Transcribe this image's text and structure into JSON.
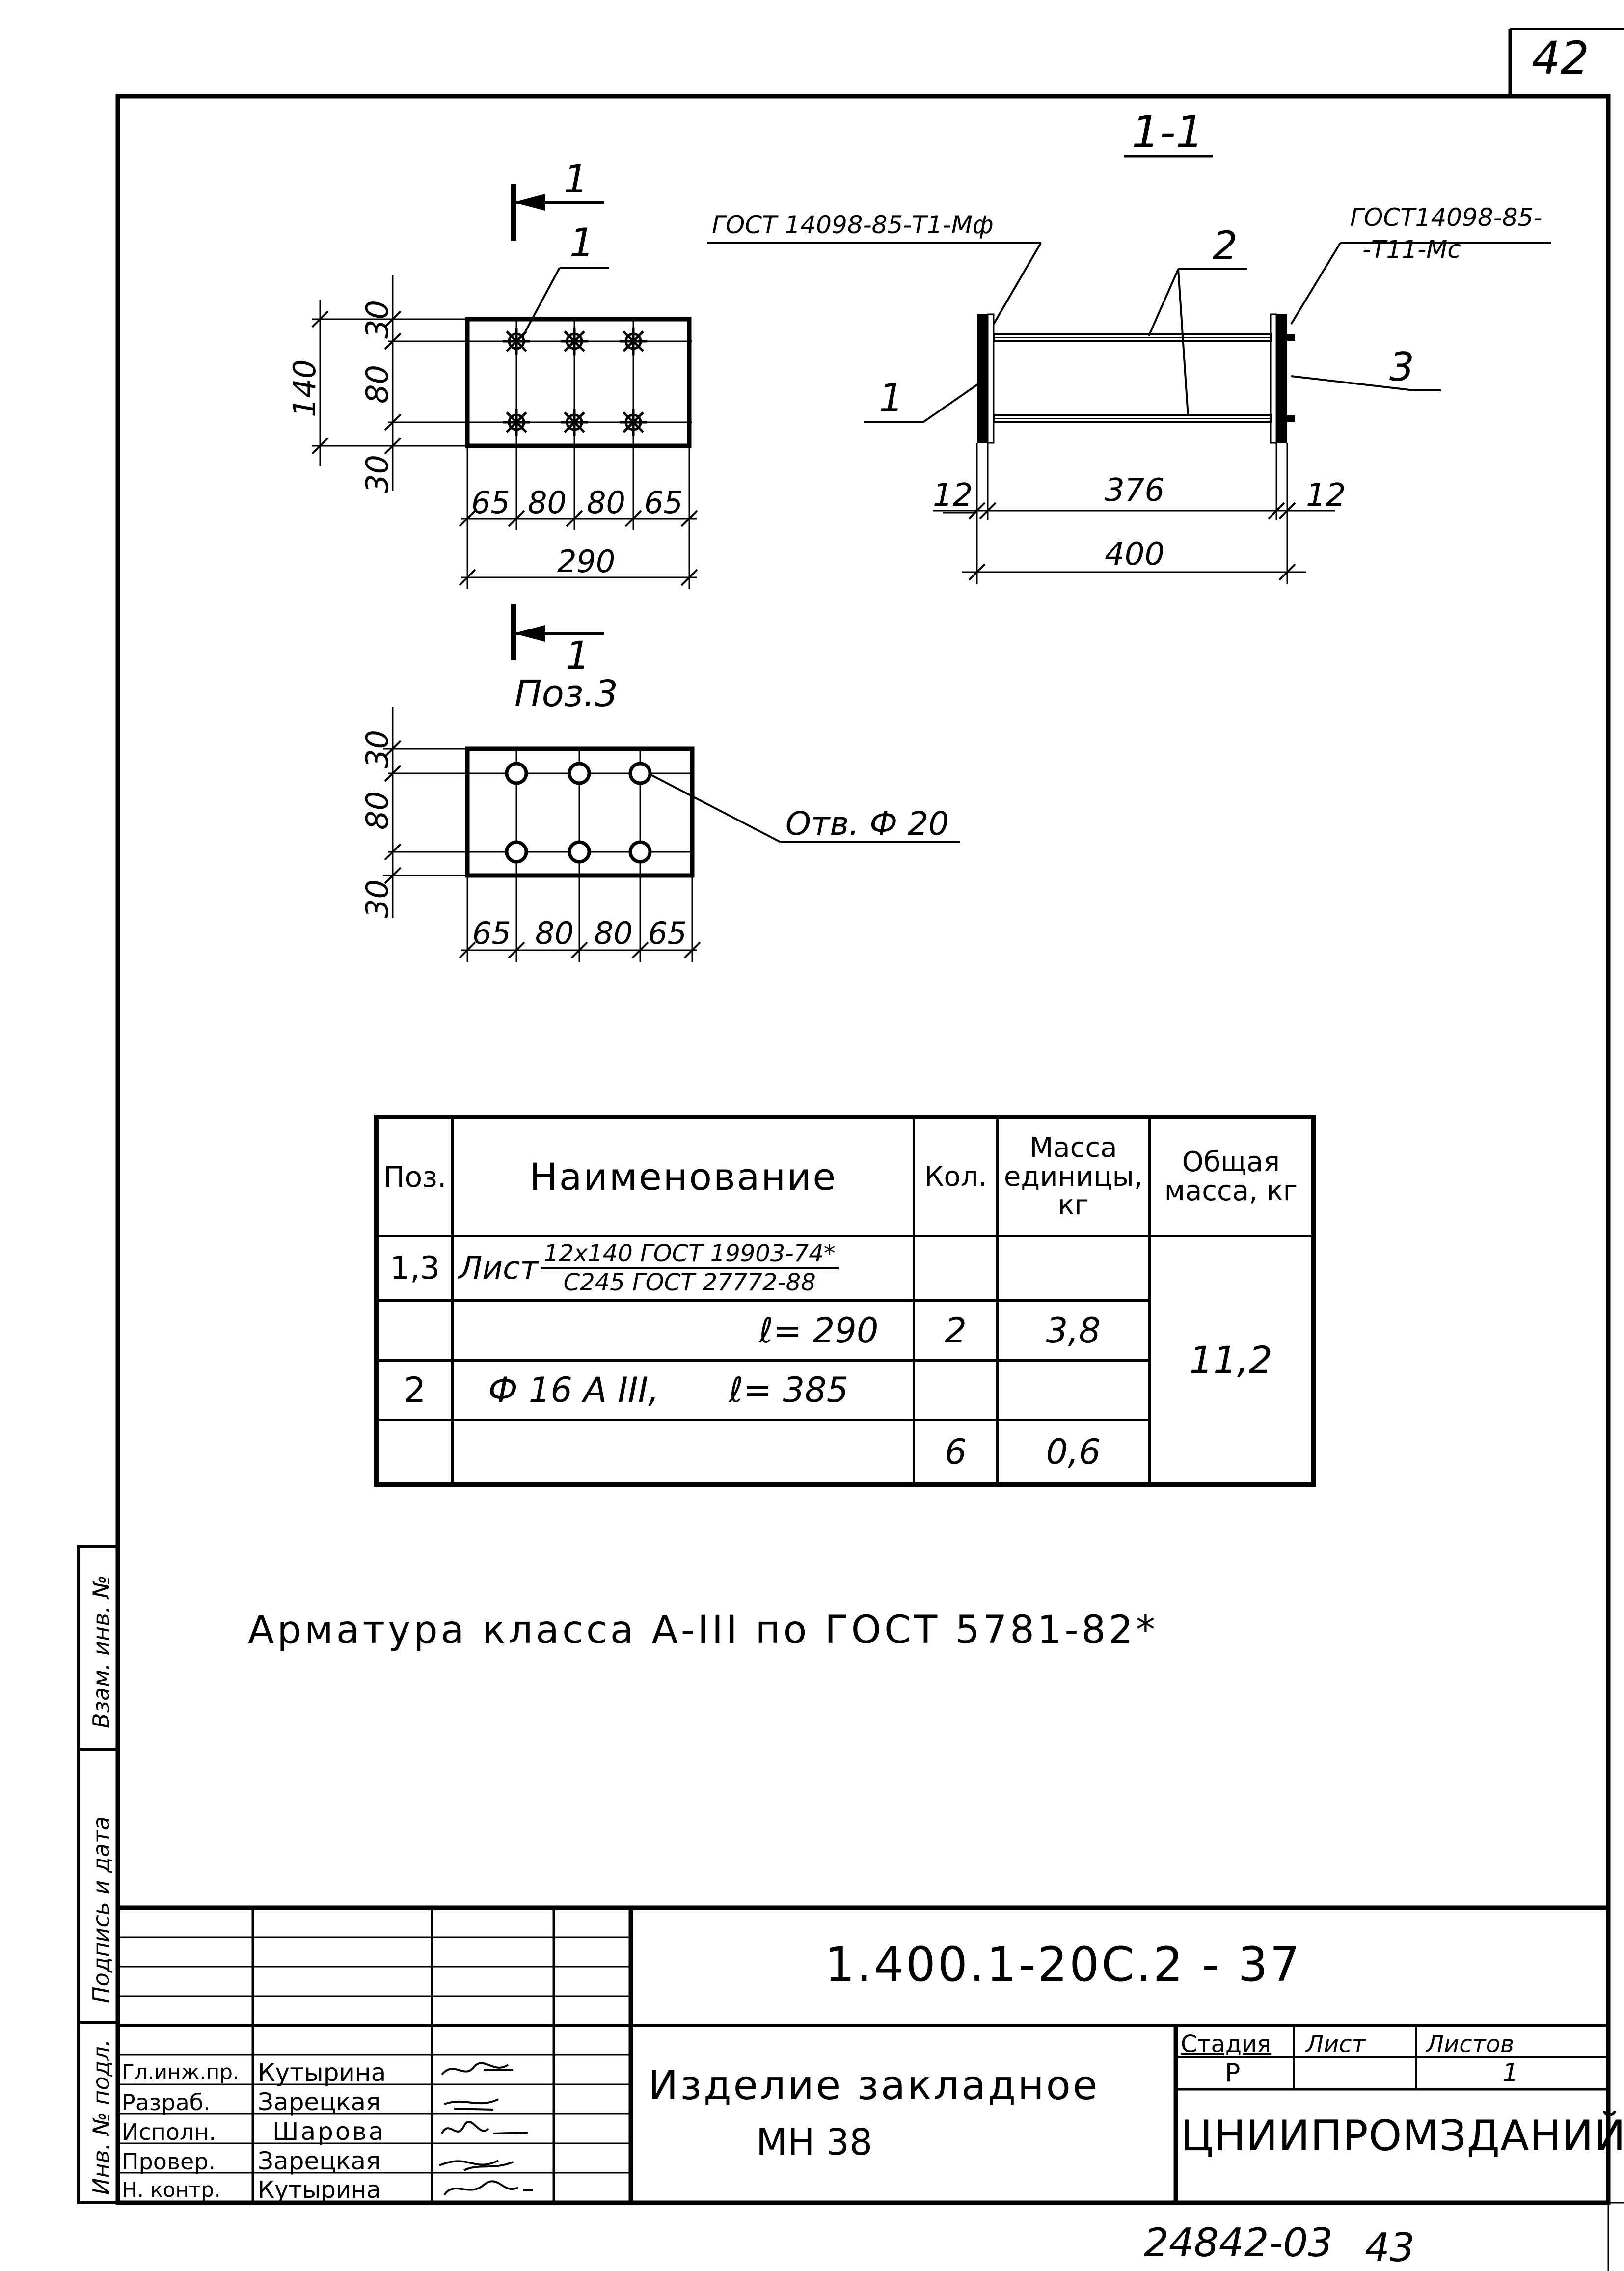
{
  "sheet": {
    "page_number": "42",
    "footer_code": "24842-03",
    "footer_number": "43",
    "note": "Арматура класса А-III по ГОСТ 5781-82*"
  },
  "drawing": {
    "section_label": "1-1",
    "section_mark": "1",
    "pos3_label": "Поз.3",
    "hole_label": "Отв. Ф 20",
    "weld_left": "ГОСТ 14098-85-Т1-Мф",
    "weld_right_line1": "ГОСТ14098-85-",
    "weld_right_line2": "-Т11-Мс",
    "positions": [
      "1",
      "2",
      "3"
    ],
    "plan_dims": {
      "vertical": [
        "30",
        "80",
        "30"
      ],
      "total_height": "140",
      "horizontal": [
        "65",
        "80",
        "80",
        "65"
      ],
      "total_width": "290"
    },
    "pos3_dims": {
      "vertical": [
        "30",
        "80",
        "30"
      ],
      "horizontal": [
        "65",
        "80",
        "80",
        "65"
      ]
    },
    "section_dims": {
      "left": "12",
      "middle": "376",
      "right": "12",
      "total": "400"
    }
  },
  "spec_table": {
    "headers": {
      "pos": "Поз.",
      "name": "Наименование",
      "qty": "Кол.",
      "unit_mass": "Масса единицы, кг",
      "total_mass": "Общая масса, кг"
    },
    "rows": [
      {
        "pos": "1,3",
        "name_prefix": "Лист",
        "name_num": "12х140 ГОСТ 19903-74*",
        "name_den": "С245 ГОСТ 27772-88",
        "qty": "",
        "unit_mass": ""
      },
      {
        "pos": "",
        "name": "ℓ= 290",
        "qty": "2",
        "unit_mass": "3,8"
      },
      {
        "pos": "2",
        "name_a": "Ф 16 А III,",
        "name_b": "ℓ= 385",
        "qty": "",
        "unit_mass": ""
      },
      {
        "pos": "",
        "name": "",
        "qty": "6",
        "unit_mass": "0,6"
      }
    ],
    "total_mass": "11,2"
  },
  "side_stamps": [
    "Взам. инв. №",
    "Подпись и дата",
    "Инв. № подл."
  ],
  "title_block": {
    "code": "1.400.1-20С.2 - 37",
    "title_line1": "Изделие закладное",
    "title_line2": "МН 38",
    "org": "ЦНИИПРОМЗДАНИЙ",
    "stage_label": "Стадия",
    "sheet_label": "Лист",
    "sheets_label": "Листов",
    "stage": "Р",
    "sheet": "",
    "sheets": "1",
    "roles": [
      {
        "role": "Гл.инж.пр.",
        "name": "Кутырина"
      },
      {
        "role": "Разраб.",
        "name": "Зарецкая"
      },
      {
        "role": "Исполн.",
        "name": "Шарова"
      },
      {
        "role": "Провер.",
        "name": "Зарецкая"
      },
      {
        "role": "Н. контр.",
        "name": "Кутырина"
      }
    ]
  }
}
